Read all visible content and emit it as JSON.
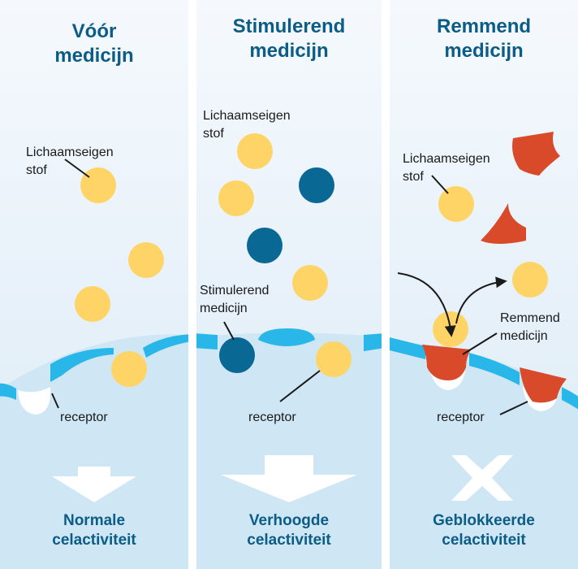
{
  "colors": {
    "panel_top": "#f4f9fd",
    "panel_mid": "#dcebf7",
    "cell_interior": "#c9e3f4",
    "membrane": "#29b6e8",
    "natural_substance": "#ffd466",
    "stimulating_drug": "#0a6894",
    "inhibiting_drug": "#d94a2b",
    "heading_text": "#0b5c86",
    "arrow_white": "#ffffff"
  },
  "panels": [
    {
      "title_line1": "Vóór",
      "title_line2": "medicijn",
      "substance_label_line1": "Lichaamseigen",
      "substance_label_line2": "stof",
      "receptor_label": "receptor",
      "result_line1": "Normale",
      "result_line2": "celactiviteit",
      "result_icon": "down-arrow-icon"
    },
    {
      "title_line1": "Stimulerend",
      "title_line2": "medicijn",
      "substance_label_line1": "Lichaamseigen",
      "substance_label_line2": "stof",
      "drug_label_line1": "Stimulerend",
      "drug_label_line2": "medicijn",
      "receptor_label": "receptor",
      "result_line1": "Verhoogde",
      "result_line2": "celactiviteit",
      "result_icon": "wide-down-arrow-icon"
    },
    {
      "title_line1": "Remmend",
      "title_line2": "medicijn",
      "substance_label_line1": "Lichaamseigen",
      "substance_label_line2": "stof",
      "drug_label_line1": "Remmend",
      "drug_label_line2": "medicijn",
      "receptor_label": "receptor",
      "result_line1": "Geblokkeerde",
      "result_line2": "celactiviteit",
      "result_icon": "cross-icon"
    }
  ]
}
